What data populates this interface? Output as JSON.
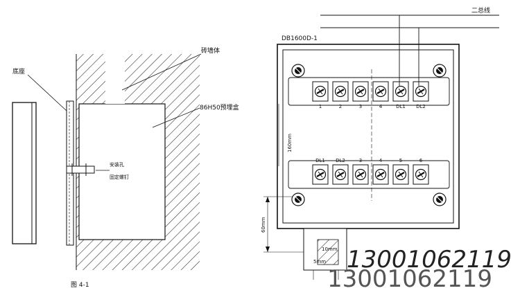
{
  "left_figure": {
    "label_base": "底座",
    "label_wall": "砖墙体",
    "label_box": "86H50预埋盒",
    "label_screw_1": "安装孔",
    "label_screw_2": "固定螺钉",
    "caption": "图 4-1"
  },
  "right_figure": {
    "model": "DB1600D-1",
    "two_bus": "二总线",
    "height_dim": "160mm",
    "screw_spacing": "60mm",
    "top_terminals": [
      "1",
      "2",
      "3",
      "4",
      "DL1",
      "DL2"
    ],
    "bottom_terminals": [
      "DL1",
      "DL2",
      "3",
      "4",
      "5",
      "6"
    ],
    "small_dim_1": "10mm",
    "small_dim_2": "5mm"
  },
  "watermark": {
    "phone_front": "13001062119",
    "phone_back": "13001062119"
  }
}
